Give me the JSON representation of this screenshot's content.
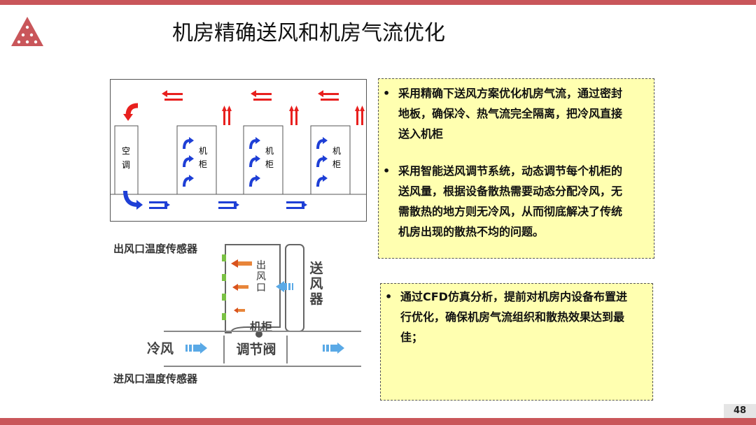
{
  "title": "机房精确送风和机房气流优化",
  "page_number": "48",
  "colors": {
    "brand": "#c9565a",
    "note_bg": "#ffffb0",
    "cold_air": "#1e3fd6",
    "hot_air": "#e8201e"
  },
  "diagram1": {
    "ac_label": [
      "空",
      "调"
    ],
    "rack_label": [
      "机",
      "柜"
    ]
  },
  "diagram2": {
    "outlet_sensor": "出风口温度传感器",
    "inlet_sensor": "进风口温度传感器",
    "outlet": [
      "出",
      "风",
      "口"
    ],
    "supply": [
      "送",
      "风",
      "器"
    ],
    "cabinet": "机柜",
    "cold_air": "冷风",
    "valve": "调节阀"
  },
  "box1": {
    "bullets": [
      {
        "bullet": "•",
        "lines": [
          "采用精确下送风方案优化机房气流，通过密封",
          "地板，确保冷、热气流完全隔离，把冷风直接",
          "送入机柜"
        ]
      },
      {
        "bullet": "•",
        "lines": [
          "采用智能送风调节系统，动态调节每个机柜的",
          "送风量，根据设备散热需要动态分配冷风，无",
          "需散热的地方则无冷风，从而彻底解决了传统",
          "机房出现的散热不均的问题。"
        ]
      }
    ]
  },
  "box2": {
    "bullets": [
      {
        "bullet": "•",
        "lines": [
          "通过CFD仿真分析，提前对机房内设备布置进",
          "行优化，确保机房气流组织和散热效果达到最",
          "佳；"
        ]
      }
    ]
  }
}
